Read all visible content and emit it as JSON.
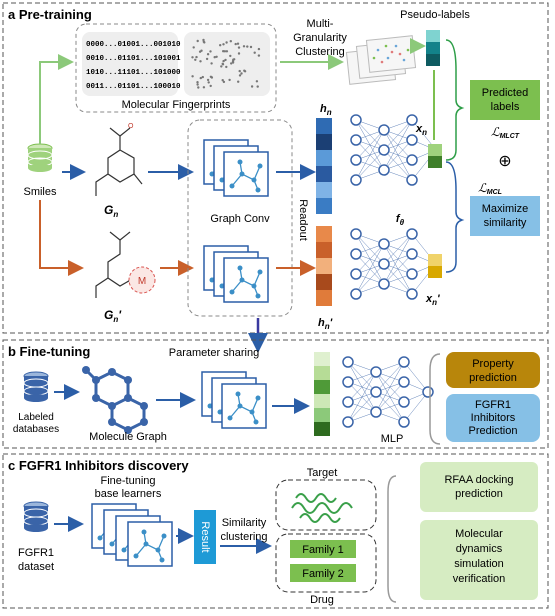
{
  "panel_a": {
    "title": "a  Pre-training",
    "fingerprints": [
      "0000...01001...001010",
      "0010...01101...101001",
      "1010...11101...101000",
      "0011...01101...100010"
    ],
    "fingerprint_label": "Molecular Fingerprints",
    "clustering_label": [
      "Multi-",
      "Granularity",
      "Clustering"
    ],
    "pseudo_labels": "Pseudo-labels",
    "smiles": "Smiles",
    "gn": "G",
    "gn_sub": "n",
    "gn_prime": "G",
    "gn_prime_sub": "n",
    "gn_prime_mark": "'",
    "graph_conv": "Graph Conv",
    "readout": "Readout",
    "hn": "h",
    "hn_sub": "n",
    "hn_prime": "h",
    "hn_prime_sub": "n",
    "hn_prime_mark": "'",
    "f_theta": "f",
    "f_theta_sub": "θ",
    "xn": "x",
    "xn_sub": "n",
    "xn_prime": "x",
    "xn_prime_sub": "n",
    "xn_prime_mark": "'",
    "predicted_labels": [
      "Predicted",
      "labels"
    ],
    "loss_mlct": "ℒ",
    "loss_mlct_sub": "MLCT",
    "oplus": "⊕",
    "loss_mcl": "ℒ",
    "loss_mcl_sub": "MCL",
    "maximize_similarity": [
      "Maximize",
      "similarity"
    ],
    "mask_label": "M"
  },
  "panel_b": {
    "title": "b  Fine-tuning",
    "parameter_sharing": "Parameter sharing",
    "labeled_databases": [
      "Labeled",
      "databases"
    ],
    "molecule_graph": "Molecule Graph",
    "mlp": "MLP",
    "property_prediction": [
      "Property",
      "prediction"
    ],
    "fgfr1_prediction": [
      "FGFR1",
      "Inhibitors",
      "Prediction"
    ]
  },
  "panel_c": {
    "title": "c  FGFR1 Inhibitors discovery",
    "fine_tuning_base": [
      "Fine-tuning",
      "base learners"
    ],
    "fgfr1_dataset": [
      "FGFR1",
      "dataset"
    ],
    "result": "Result",
    "similarity_clustering": [
      "Similarity",
      "clustering"
    ],
    "target": "Target",
    "family1": "Family 1",
    "family2": "Family 2",
    "drug": "Drug",
    "rfaa": [
      "RFAA docking",
      "prediction"
    ],
    "md": [
      "Molecular",
      "dynamics",
      "simulation",
      "verification"
    ]
  },
  "colors": {
    "green_arrow": "#8cc97a",
    "blue_arrow": "#2b5ea7",
    "orange_arrow": "#c9602a",
    "green_box": "#7cbf4f",
    "blue_box": "#86c0e6",
    "gold_box": "#b8860b",
    "light_green_box": "#d6ecc2"
  }
}
